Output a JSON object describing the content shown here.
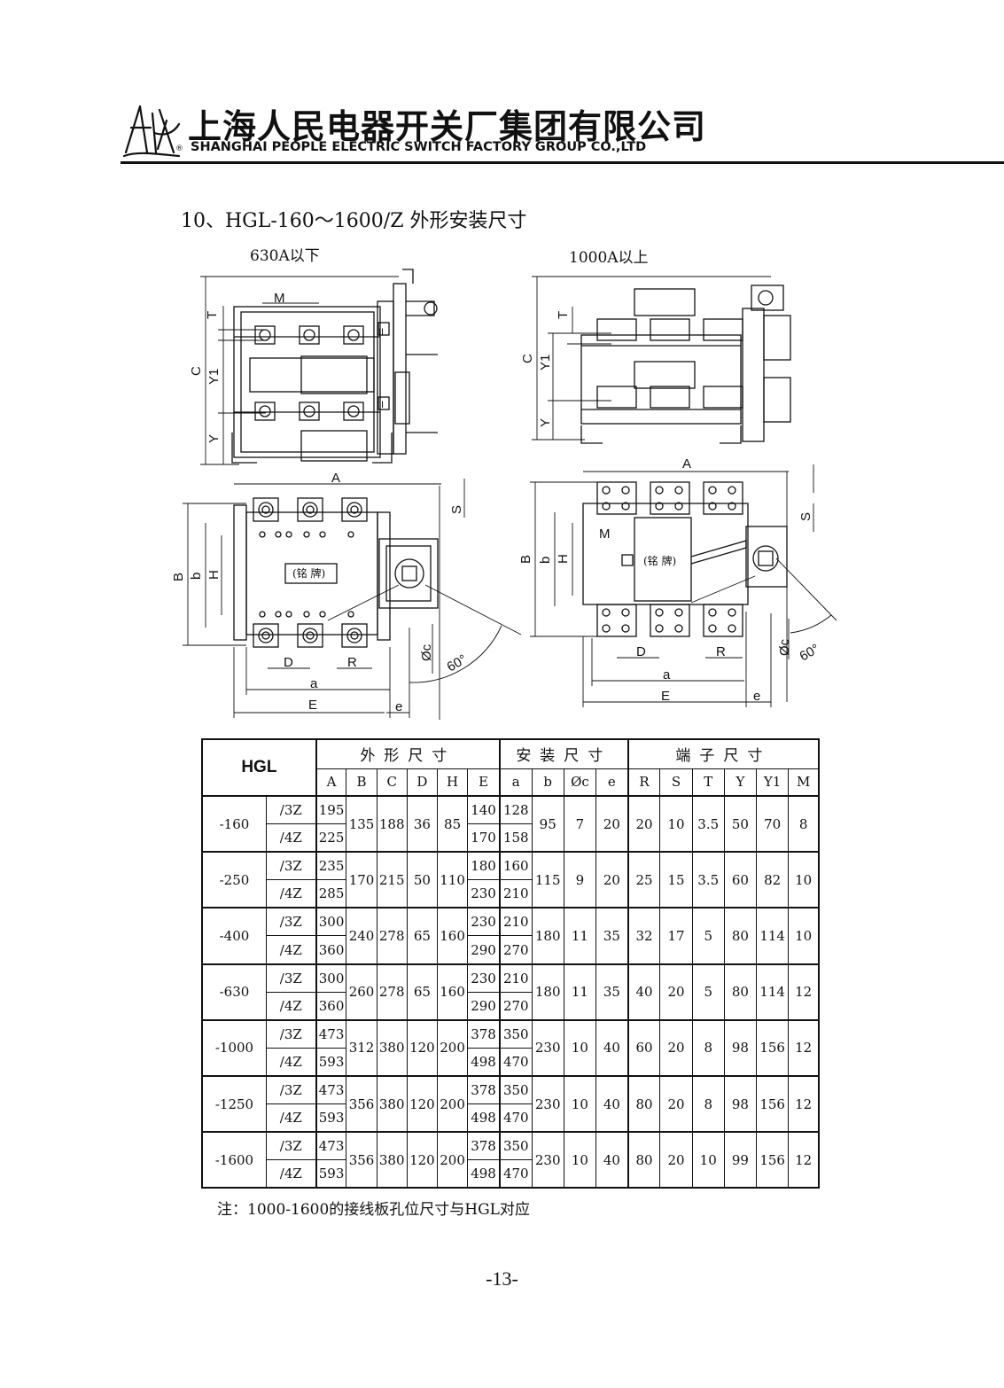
{
  "header": {
    "company_cn": "上海人民电器开关厂集团有限公司",
    "company_en": "SHANGHAI PEOPLE ELECTRIC SWITCH FACTORY GROUP CO.,LTD",
    "reg_mark": "®"
  },
  "section": {
    "title": "10、HGL-160～1600/Z 外形安装尺寸",
    "left_caption": "630A以下",
    "right_caption": "1000A以上"
  },
  "drawing_labels": {
    "M": "M",
    "T": "T",
    "C": "C",
    "Y1": "Y1",
    "Y": "Y",
    "A": "A",
    "S": "S",
    "B": "B",
    "b": "b",
    "H": "H",
    "D": "D",
    "R": "R",
    "a": "a",
    "E": "E",
    "e": "e",
    "phi_c": "Øc",
    "angle": "60°",
    "nameplate": "(铭 牌)",
    "nameplate_right": "(铭 牌)",
    "roman_2": "II",
    "roman_1": "I"
  },
  "table": {
    "corner": "HGL",
    "groups": [
      "外形尺寸",
      "安装尺寸",
      "端子尺寸"
    ],
    "columns": [
      "A",
      "B",
      "C",
      "D",
      "H",
      "E",
      "a",
      "b",
      "Øc",
      "e",
      "R",
      "S",
      "T",
      "Y",
      "Y1",
      "M"
    ],
    "models": [
      {
        "name": "-160",
        "v3": "/3Z",
        "v4": "/4Z",
        "A": [
          "195",
          "225"
        ],
        "B": "135",
        "C": "188",
        "D": "36",
        "H": "85",
        "E": [
          "140",
          "170"
        ],
        "a": [
          "128",
          "158"
        ],
        "b": "95",
        "c": "7",
        "e": "20",
        "R": "20",
        "S": "10",
        "T": "3.5",
        "Y": "50",
        "Y1": "70",
        "M": "8"
      },
      {
        "name": "-250",
        "v3": "/3Z",
        "v4": "/4Z",
        "A": [
          "235",
          "285"
        ],
        "B": "170",
        "C": "215",
        "D": "50",
        "H": "110",
        "E": [
          "180",
          "230"
        ],
        "a": [
          "160",
          "210"
        ],
        "b": "115",
        "c": "9",
        "e": "20",
        "R": "25",
        "S": "15",
        "T": "3.5",
        "Y": "60",
        "Y1": "82",
        "M": "10"
      },
      {
        "name": "-400",
        "v3": "/3Z",
        "v4": "/4Z",
        "A": [
          "300",
          "360"
        ],
        "B": "240",
        "C": "278",
        "D": "65",
        "H": "160",
        "E": [
          "230",
          "290"
        ],
        "a": [
          "210",
          "270"
        ],
        "b": "180",
        "c": "11",
        "e": "35",
        "R": "32",
        "S": "17",
        "T": "5",
        "Y": "80",
        "Y1": "114",
        "M": "10"
      },
      {
        "name": "-630",
        "v3": "/3Z",
        "v4": "/4Z",
        "A": [
          "300",
          "360"
        ],
        "B": "260",
        "C": "278",
        "D": "65",
        "H": "160",
        "E": [
          "230",
          "290"
        ],
        "a": [
          "210",
          "270"
        ],
        "b": "180",
        "c": "11",
        "e": "35",
        "R": "40",
        "S": "20",
        "T": "5",
        "Y": "80",
        "Y1": "114",
        "M": "12"
      },
      {
        "name": "-1000",
        "v3": "/3Z",
        "v4": "/4Z",
        "A": [
          "473",
          "593"
        ],
        "B": "312",
        "C": "380",
        "D": "120",
        "H": "200",
        "E": [
          "378",
          "498"
        ],
        "a": [
          "350",
          "470"
        ],
        "b": "230",
        "c": "10",
        "e": "40",
        "R": "60",
        "S": "20",
        "T": "8",
        "Y": "98",
        "Y1": "156",
        "M": "12"
      },
      {
        "name": "-1250",
        "v3": "/3Z",
        "v4": "/4Z",
        "A": [
          "473",
          "593"
        ],
        "B": "356",
        "C": "380",
        "D": "120",
        "H": "200",
        "E": [
          "378",
          "498"
        ],
        "a": [
          "350",
          "470"
        ],
        "b": "230",
        "c": "10",
        "e": "40",
        "R": "80",
        "S": "20",
        "T": "8",
        "Y": "98",
        "Y1": "156",
        "M": "12"
      },
      {
        "name": "-1600",
        "v3": "/3Z",
        "v4": "/4Z",
        "A": [
          "473",
          "593"
        ],
        "B": "356",
        "C": "380",
        "D": "120",
        "H": "200",
        "E": [
          "378",
          "498"
        ],
        "a": [
          "350",
          "470"
        ],
        "b": "230",
        "c": "10",
        "e": "40",
        "R": "80",
        "S": "20",
        "T": "10",
        "Y": "99",
        "Y1": "156",
        "M": "12"
      }
    ]
  },
  "note": "注：1000-1600的接线板孔位尺寸与HGL对应",
  "page_number": "-13-"
}
